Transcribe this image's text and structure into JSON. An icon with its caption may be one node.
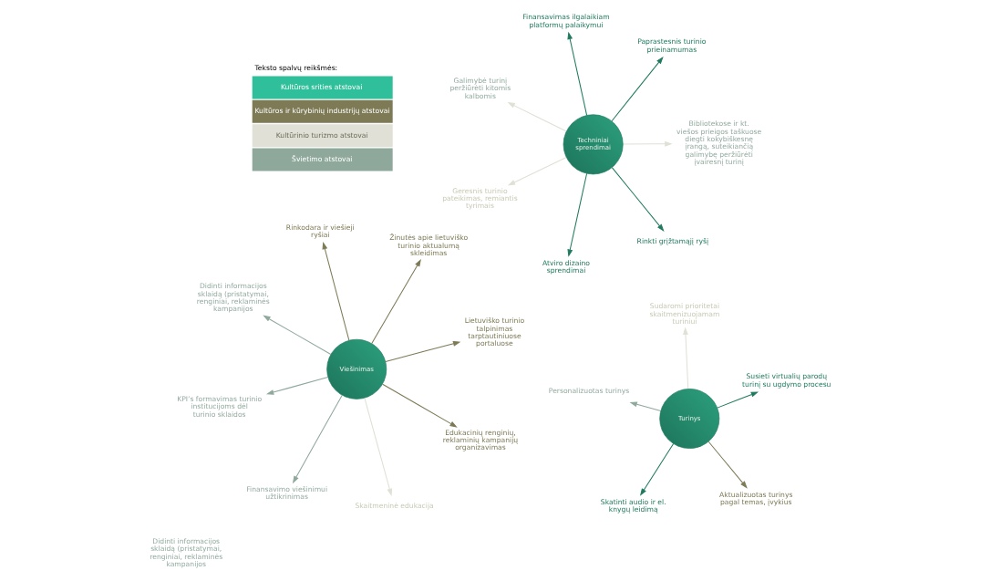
{
  "diagram": {
    "nodes": [
      {
        "text": [
          "Techniniai sprendimai"
        ]
      },
      {
        "text": [
          "Bibliotekose ir kt. viešos prieigos taškuose diegti kokybiškesnę įrangą, suteikiančią galimybę peržiūrėti įvairesnį turinį"
        ]
      },
      {
        "text": [
          "Atviro dizaino sprendimai"
        ]
      },
      {
        "text": [
          "Galimybė turinį peržiūrėti kitomis kalbomis"
        ]
      },
      {
        "text": [
          "Paprastesnis turinio prieinamumas"
        ]
      },
      {
        "text": [
          "Finansavimas ilgalaikiam platformų palaikymui"
        ]
      },
      {
        "text": [
          "Geresnis turinio pateikimas, remiantis tyrimais"
        ]
      },
      {
        "text": [
          "Rinkti grįžtamąjį ryšį"
        ]
      },
      {
        "text": [
          "Turinys"
        ]
      },
      {
        "text": [
          "Aktualizuotas turinys pagal temas, įvykius"
        ]
      },
      {
        "text": [
          "Didinti informacijos sklaidą (pristatymai, renginiai, reklaminės kampanijos"
        ]
      },
      {
        "text": [
          "Skatinti audio ir el. knygų leidimą"
        ]
      },
      {
        "text": [
          "Personalizuotas turinys"
        ]
      },
      {
        "text": [
          "Susieti virtualių parodų turinį su ugdymo procesu"
        ]
      },
      {
        "text": [
          "Sudaromi prioritetai skaitmenizuojamam turiniui"
        ]
      },
      {
        "text": [
          "Viešinimas"
        ]
      },
      {
        "text": [
          "Lietuviško turinio talpinimas tarptautiniuose portaluose"
        ]
      },
      {
        "text": [
          "Finansavimo viešinimui užtikrinimas"
        ]
      },
      {
        "text": [
          "Didinti informacijos sklaidą (pristatymai, renginiai, reklaminės kampanijos"
        ]
      },
      {
        "text": [
          "Žinutės apie lietuviško turinio aktualumą skleidimas"
        ]
      },
      {
        "text": [
          "Rinkodara ir viešieji ryšiai"
        ]
      },
      {
        "text": [
          "KPI’s formavimas turinio institucijoms dėl turinio sklaidos"
        ]
      },
      {
        "text": [
          "Edukacinių renginių, reklaminių kampanijų organizavimas"
        ]
      },
      {
        "text": [
          "Skaitmeninė edukacija"
        ]
      }
    ],
    "edges": [
      {
        "from": 0,
        "to": 1,
        "arrow": "to",
        "color": "#e0e0d6"
      },
      {
        "from": 0,
        "to": 2,
        "arrow": "to"
      },
      {
        "from": 0,
        "to": 3,
        "arrow": "to",
        "color": "#e0e0d6"
      },
      {
        "from": 0,
        "to": 4,
        "arrow": "to"
      },
      {
        "from": 0,
        "to": 5,
        "arrow": "to"
      },
      {
        "from": 0,
        "to": 6,
        "arrow": "to",
        "color": "#e0e0d6"
      },
      {
        "from": 0,
        "to": 7,
        "arrow": "to"
      },
      {
        "from": 8,
        "to": 9,
        "arrow": "to",
        "color": "#7d7a55"
      },
      {
        "from": 8,
        "to": 11,
        "arrow": "to"
      },
      {
        "from": 8,
        "to": 12,
        "arrow": "to",
        "color": "#8fa89c"
      },
      {
        "from": 8,
        "to": 13,
        "arrow": "to"
      },
      {
        "from": 8,
        "to": 14,
        "arrow": "to",
        "color": "#e0e0d6"
      },
      {
        "from": 15,
        "to": 16,
        "arrow": "to",
        "color": "#7d7a55"
      },
      {
        "from": 15,
        "to": 17,
        "arrow": "to",
        "color": "#8fa89c"
      },
      {
        "from": 15,
        "to": 18,
        "arrow": "to",
        "color": "#8fa89c"
      },
      {
        "from": 15,
        "to": 19,
        "arrow": "to",
        "color": "#7d7a55"
      },
      {
        "from": 15,
        "to": 20,
        "arrow": "to",
        "color": "#7d7a55"
      },
      {
        "from": 15,
        "to": 21,
        "arrow": "to",
        "color": "#8fa89c"
      },
      {
        "from": 15,
        "to": 22,
        "arrow": "to",
        "color": "#7d7a55"
      },
      {
        "from": 15,
        "to": 23,
        "arrow": "to",
        "color": "#e0e0d6"
      }
    ],
    "labels": [
      "Teksto spalvų reikšmės:"
    ],
    "legend": [
      {
        "text": "Kultūros srities atstovai",
        "color": "#2fbf9a"
      },
      {
        "text": "Kultūros ir kūrybinių industrijų atstovai",
        "color": "#7d7a55"
      },
      {
        "text": "Kultūrinio turizmo atstovai",
        "color": "#e0e0d6"
      },
      {
        "text": "Švietimo atstovai",
        "color": "#8fa89c"
      }
    ]
  }
}
